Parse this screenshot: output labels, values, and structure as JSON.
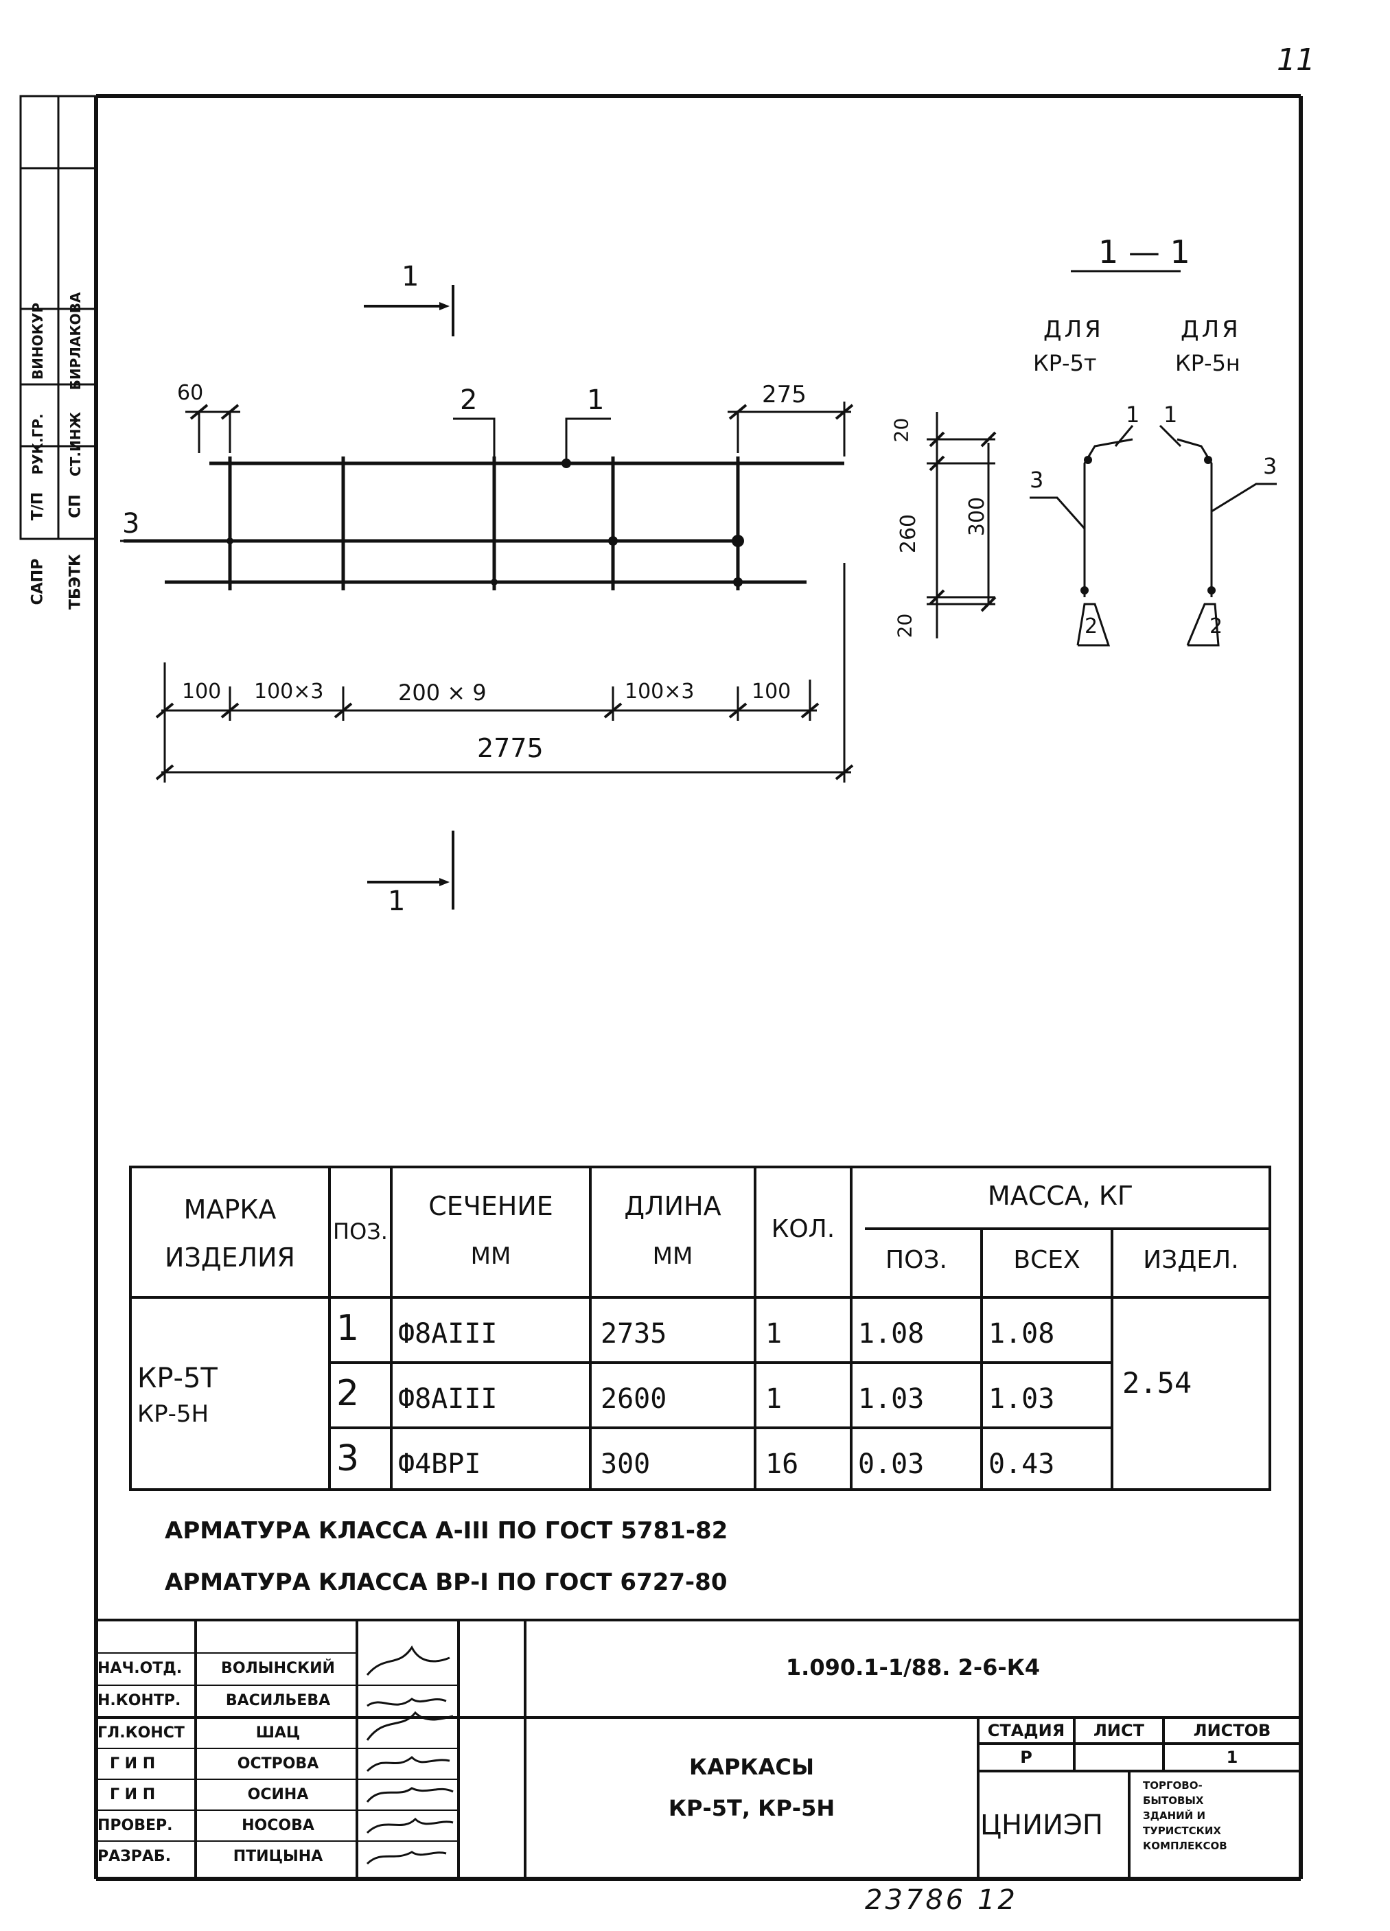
{
  "page_number": "11",
  "bottom_number": "23786  12",
  "side_stamp": {
    "row1": [
      "САПР",
      "Т/П",
      "РУК.ГР.",
      "ВИНОКУР"
    ],
    "row2": [
      "ТБЭТК",
      "СП",
      "СТ.ИНЖ",
      "БИРЛАКОВА"
    ]
  },
  "plan": {
    "cut_marker": "1",
    "pos1": "1",
    "pos2": "2",
    "pos3": "3",
    "dim_60": "60",
    "dim_275": "275",
    "dims_bottom": [
      "100",
      "100×3",
      "200 × 9",
      "100×3",
      "100"
    ],
    "dim_total": "2775"
  },
  "section": {
    "title": "1 — 1",
    "left_caption": [
      "ДЛЯ",
      "КР-5т"
    ],
    "right_caption": [
      "ДЛЯ",
      "КР-5н"
    ],
    "dim_20_top": "20",
    "dim_260": "260",
    "dim_300": "300",
    "dim_20_bottom": "20",
    "left_pos1": "1",
    "left_pos3": "3",
    "left_pos2": "2",
    "right_pos1": "1",
    "right_pos3": "3",
    "right_pos2": "2"
  },
  "spec_table": {
    "headers": {
      "mark": [
        "МАРКА",
        "ИЗДЕЛИЯ"
      ],
      "pos": "ПОЗ.",
      "section": [
        "СЕЧЕНИЕ",
        "ММ"
      ],
      "length": [
        "ДЛИНА",
        "ММ"
      ],
      "qty": "КОЛ.",
      "mass": "МАССА, КГ",
      "mass_pos": "ПОЗ.",
      "mass_all": "ВСЕХ",
      "mass_item": "ИЗДЕЛ."
    },
    "mark": [
      "КР-5Т",
      "КР-5Н"
    ],
    "rows": [
      {
        "pos": "1",
        "section": "Ф8АIII",
        "length": "2735",
        "qty": "1",
        "mass_pos": "1.08",
        "mass_all": "1.08"
      },
      {
        "pos": "2",
        "section": "Ф8АIII",
        "length": "2600",
        "qty": "1",
        "mass_pos": "1.03",
        "mass_all": "1.03"
      },
      {
        "pos": "3",
        "section": "Ф4ВРI",
        "length": "300",
        "qty": "16",
        "mass_pos": "0.03",
        "mass_all": "0.43"
      }
    ],
    "mass_item": "2.54"
  },
  "notes": [
    "АРМАТУРА КЛАССА А-III  ПО ГОСТ 5781-82",
    "АРМАТУРА КЛАССА ВР-I  ПО ГОСТ 6727-80"
  ],
  "title_block": {
    "code": "1.090.1-1/88. 2-6-К4",
    "roles": [
      {
        "role": "НАЧ.ОТД.",
        "name": "ВОЛЫНСКИЙ"
      },
      {
        "role": "Н.КОНТР.",
        "name": "ВАСИЛЬЕВА"
      },
      {
        "role": "ГЛ.КОНСТ",
        "name": "ШАЦ"
      },
      {
        "role": "Г И П",
        "name": "ОСТРОВА"
      },
      {
        "role": "Г И П",
        "name": "ОСИНА"
      },
      {
        "role": "ПРОВЕР.",
        "name": "НОСОВА"
      },
      {
        "role": "РАЗРАБ.",
        "name": "ПТИЦЫНА"
      }
    ],
    "drawing_title": [
      "КАРКАСЫ",
      "КР-5Т, КР-5Н"
    ],
    "stage_header": "СТАДИЯ",
    "sheet_header": "ЛИСТ",
    "sheets_header": "ЛИСТОВ",
    "stage": "Р",
    "sheet": "",
    "sheets": "1",
    "org": "ЦНИИЭП",
    "org_desc": [
      "ТОРГОВО-",
      "БЫТОВЫХ",
      "ЗДАНИЙ И",
      "ТУРИСТСКИХ",
      "КОМПЛЕКСОВ"
    ]
  }
}
